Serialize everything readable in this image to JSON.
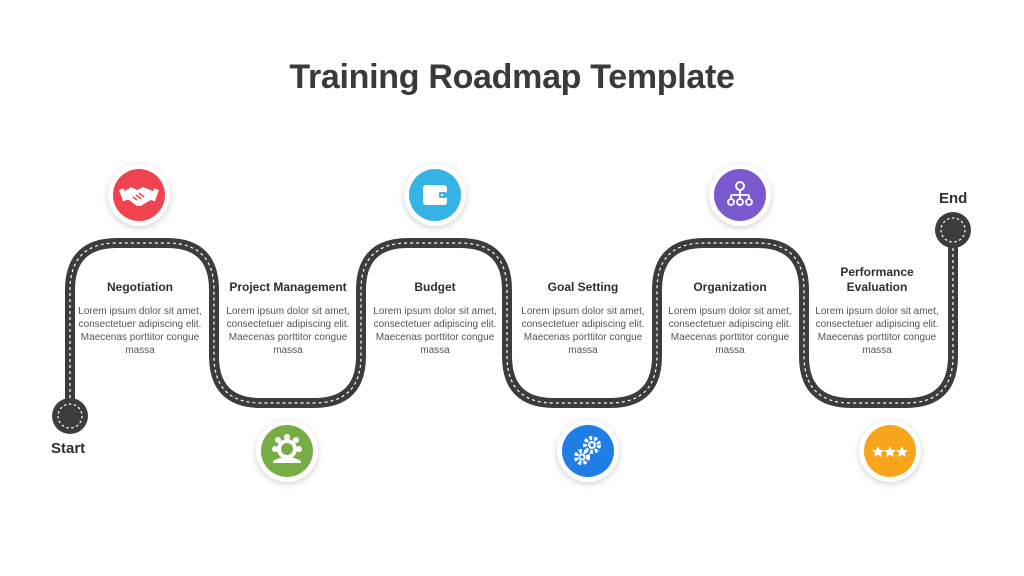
{
  "title": "Training Roadmap Template",
  "start_label": "Start",
  "end_label": "End",
  "steps": [
    {
      "label": "Negotiation",
      "desc": "Lorem ipsum dolor sit amet, consectetuer adipiscing elit. Maecenas porttitor congue massa",
      "icon": "handshake-icon",
      "color": "#f0434f"
    },
    {
      "label": "Project Management",
      "desc": "Lorem ipsum dolor sit amet, consectetuer adipiscing elit. Maecenas porttitor congue massa",
      "icon": "team-icon",
      "color": "#78ad45"
    },
    {
      "label": "Budget",
      "desc": "Lorem ipsum dolor sit amet, consectetuer adipiscing elit. Maecenas porttitor congue massa",
      "icon": "wallet-icon",
      "color": "#35b3e6"
    },
    {
      "label": "Goal Setting",
      "desc": "Lorem ipsum dolor sit amet, consectetuer adipiscing elit. Maecenas porttitor congue massa",
      "icon": "gears-icon",
      "color": "#1f7de6"
    },
    {
      "label": "Organization",
      "desc": "Lorem ipsum dolor sit amet, consectetuer adipiscing elit. Maecenas porttitor congue massa",
      "icon": "org-chart-icon",
      "color": "#7a58cf"
    },
    {
      "label": "Performance Evaluation",
      "desc": "Lorem ipsum dolor sit amet, consectetuer adipiscing elit. Maecenas porttitor congue massa",
      "icon": "stars-icon",
      "color": "#f8a51c"
    }
  ],
  "road_color": "#3c3c3c"
}
